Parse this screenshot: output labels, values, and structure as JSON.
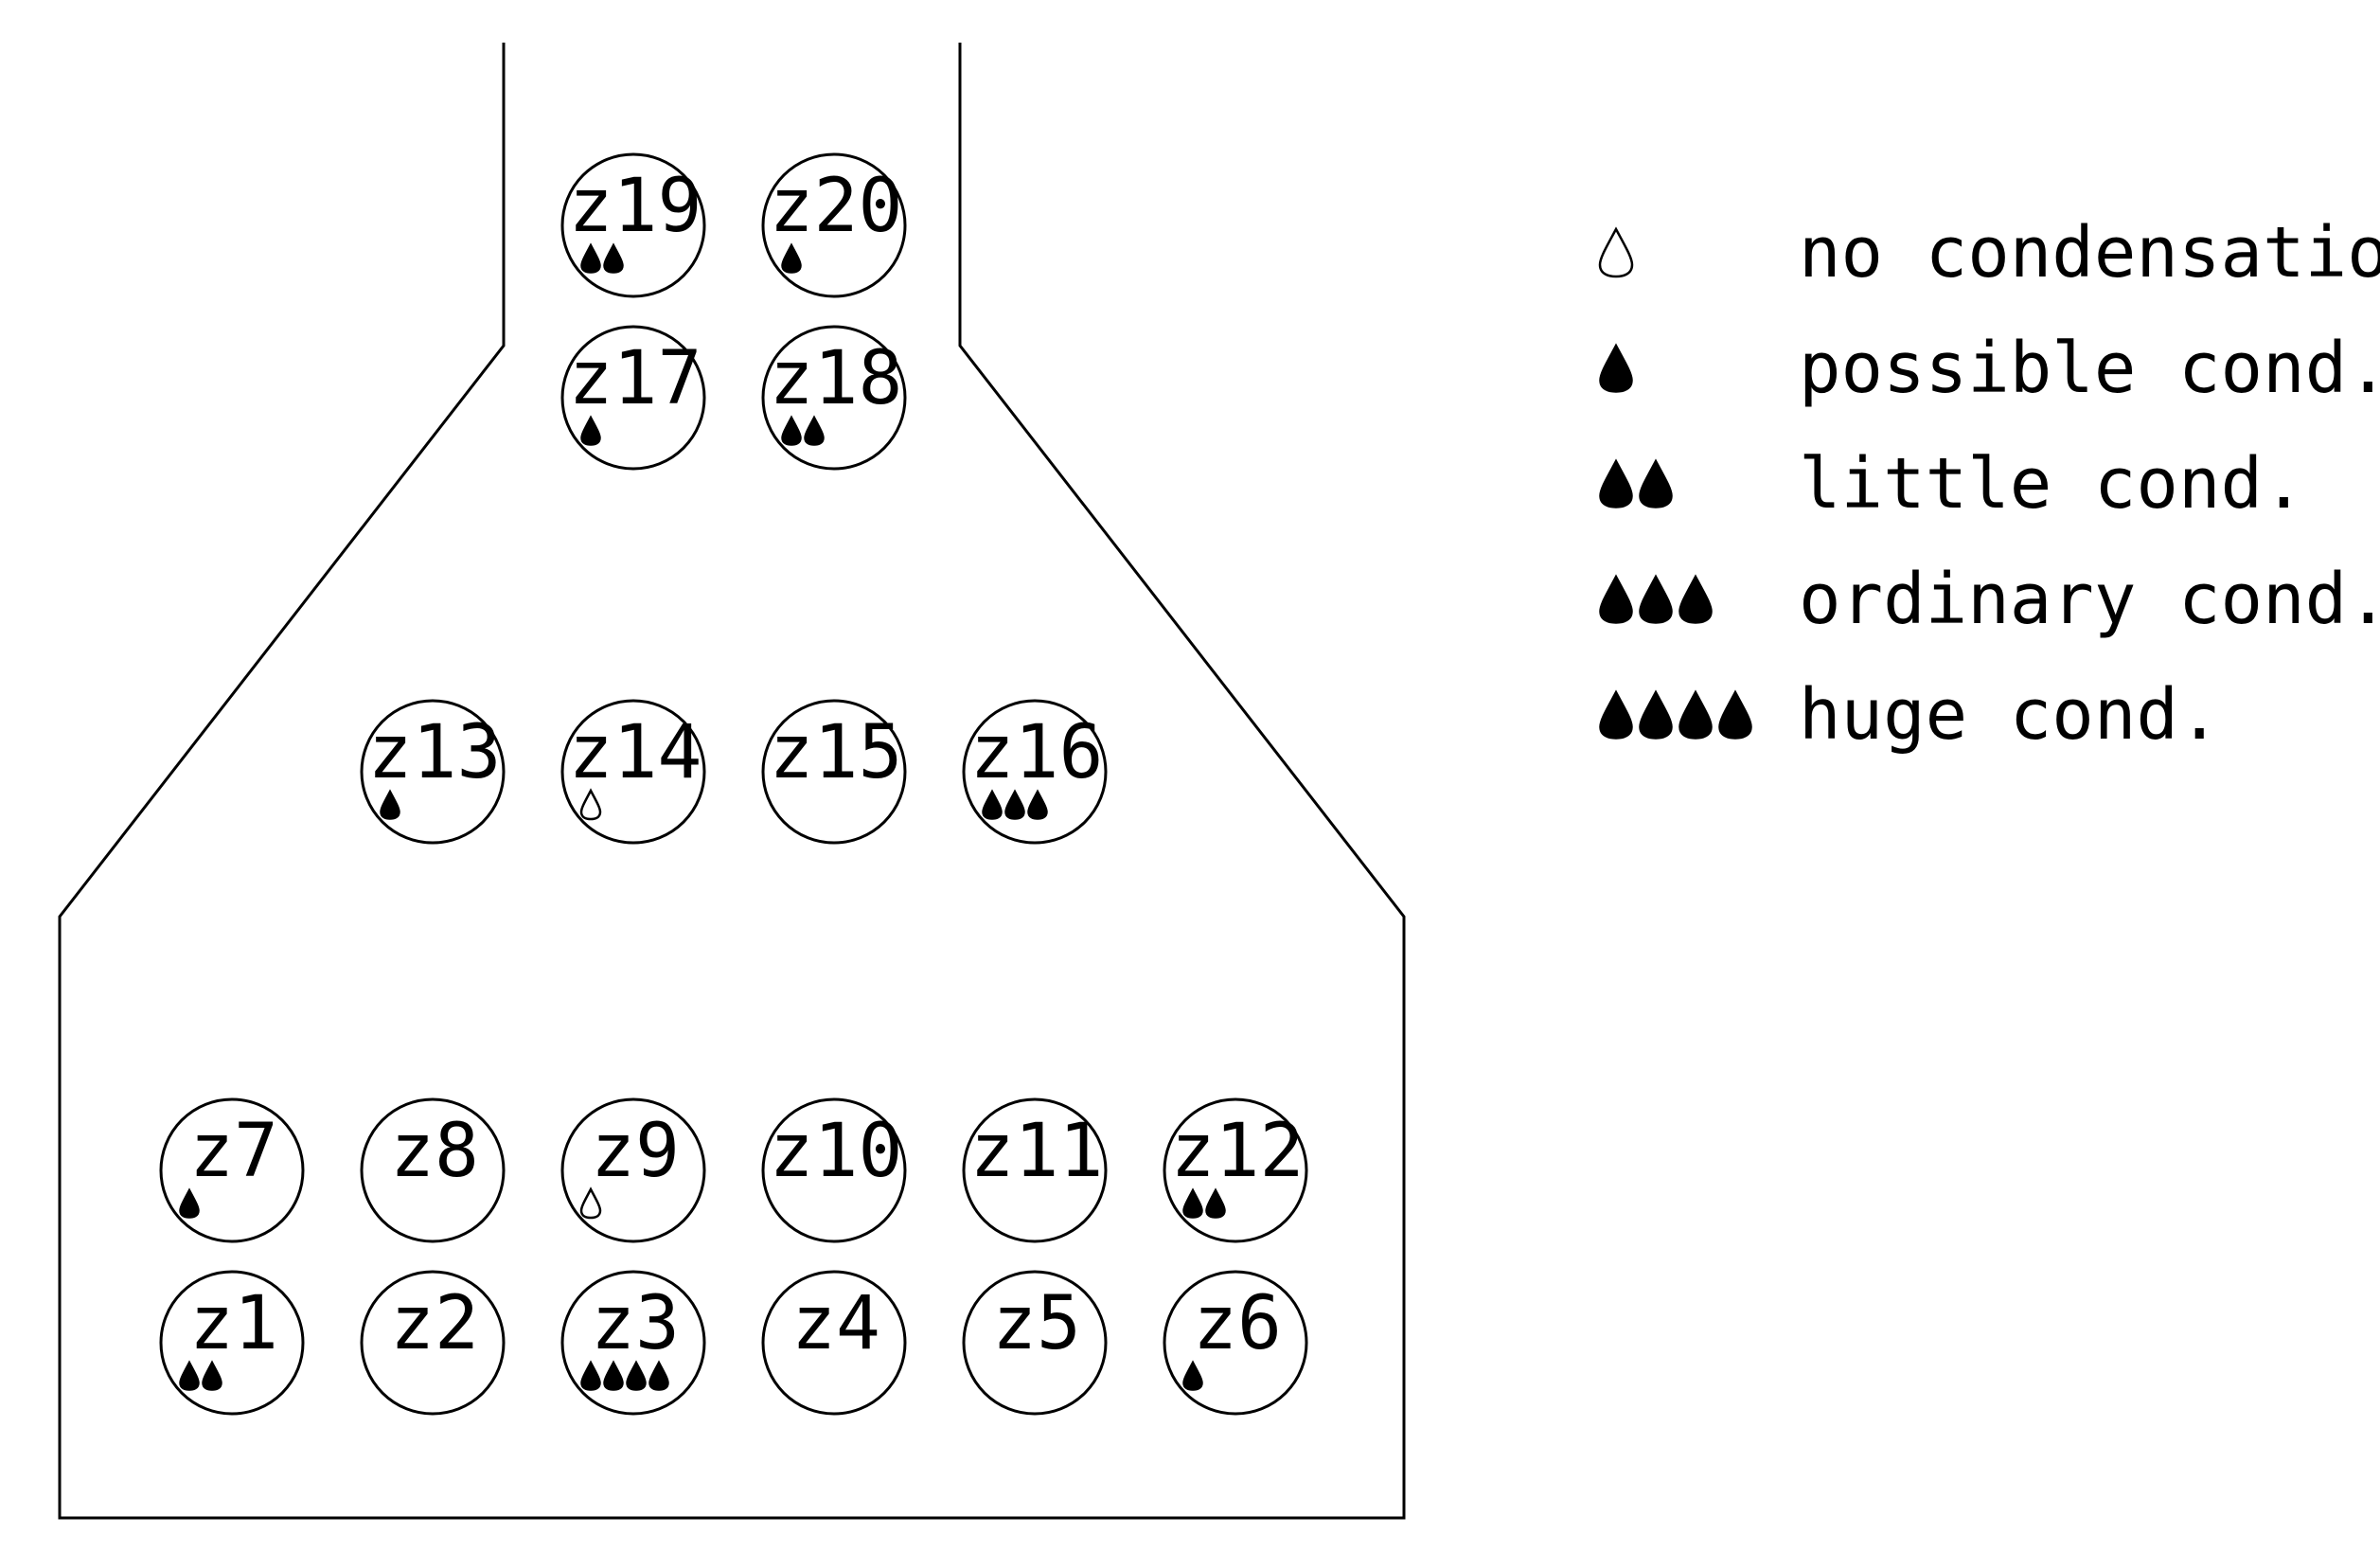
{
  "colors": {
    "stroke": "#000000",
    "background": "#ffffff",
    "drop_fill": "#000000"
  },
  "icons": {
    "zone": "circle",
    "condensation_mark": "drop-icon"
  },
  "zones": [
    {
      "label": "z1",
      "level": 2
    },
    {
      "label": "z2",
      "level": null
    },
    {
      "label": "z3",
      "level": 4
    },
    {
      "label": "z4",
      "level": null
    },
    {
      "label": "z5",
      "level": null
    },
    {
      "label": "z6",
      "level": 1
    },
    {
      "label": "z7",
      "level": 1
    },
    {
      "label": "z8",
      "level": null
    },
    {
      "label": "z9",
      "level": 0
    },
    {
      "label": "z10",
      "level": null
    },
    {
      "label": "z11",
      "level": null
    },
    {
      "label": "z12",
      "level": 2
    },
    {
      "label": "z13",
      "level": 1
    },
    {
      "label": "z14",
      "level": 0
    },
    {
      "label": "z15",
      "level": null
    },
    {
      "label": "z16",
      "level": 3
    },
    {
      "label": "z17",
      "level": 1
    },
    {
      "label": "z18",
      "level": 2
    },
    {
      "label": "z19",
      "level": 2
    },
    {
      "label": "z20",
      "level": 1
    }
  ],
  "legend": [
    {
      "level": 0,
      "label": "no condensation"
    },
    {
      "level": 1,
      "label": "possible cond."
    },
    {
      "level": 2,
      "label": "little cond."
    },
    {
      "level": 3,
      "label": "ordinary cond."
    },
    {
      "level": 4,
      "label": "huge cond."
    }
  ]
}
